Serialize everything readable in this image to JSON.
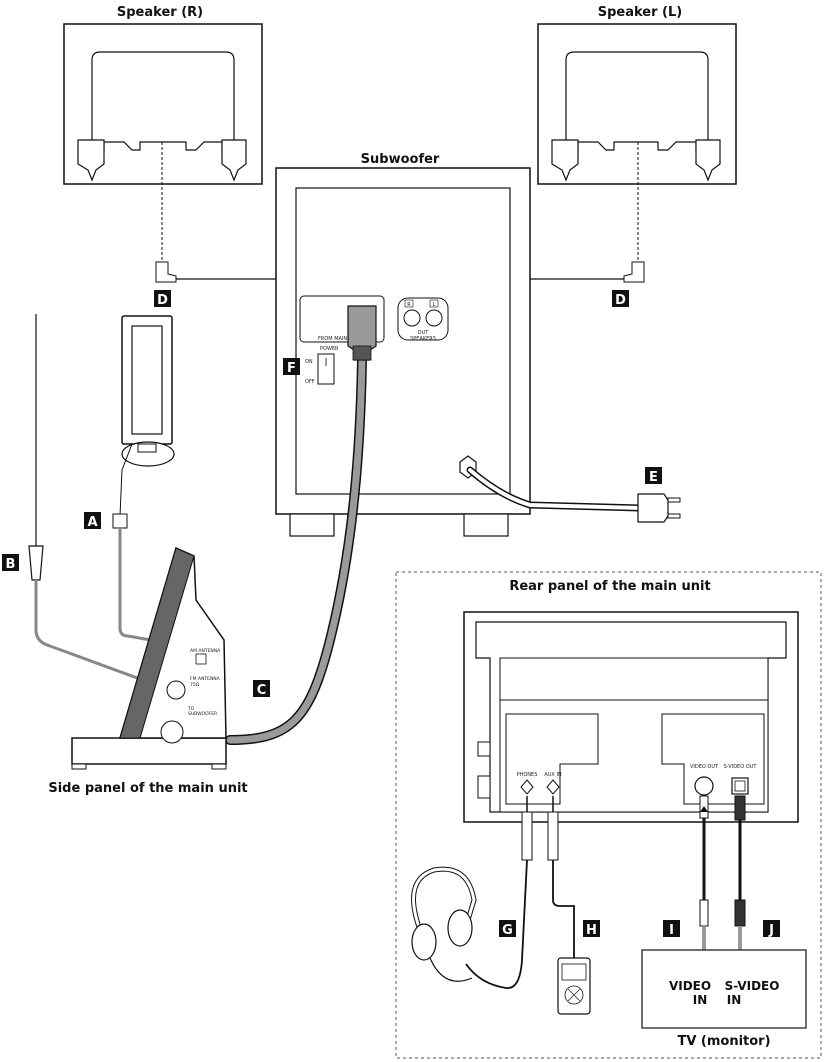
{
  "titles": {
    "speaker_r": "Speaker (R)",
    "speaker_l": "Speaker (L)",
    "subwoofer": "Subwoofer",
    "side_panel": "Side panel of the main unit",
    "rear_panel": "Rear panel of the main unit",
    "tv": "TV (monitor)"
  },
  "callouts": {
    "a": "A",
    "b": "B",
    "c": "C",
    "d": "D",
    "e": "E",
    "f": "F",
    "g": "G",
    "h": "H",
    "i": "I",
    "j": "J"
  },
  "subwoofer_panel": {
    "from_main": "FROM MAIN",
    "power": "POWER",
    "on": "ON",
    "off": "OFF",
    "ch_r": "R",
    "ch_l": "L",
    "out": "OUT",
    "speakers": "SPEAKERS"
  },
  "side_panel_jacks": {
    "am_antenna": "AM ANTENNA",
    "fm_antenna": "FM ANTENNA",
    "fm_antenna_ohm": "75Ω",
    "to_subwoofer_1": "TO",
    "to_subwoofer_2": "SUBWOOFER"
  },
  "rear_panel_jacks": {
    "phones": "PHONES",
    "aux_in": "AUX IN",
    "video_out": "VIDEO OUT",
    "s_video_out": "S-VIDEO OUT"
  },
  "tv_inputs": {
    "video_in_1": "VIDEO",
    "video_in_2": "IN",
    "s_video_in_1": "S-VIDEO",
    "s_video_in_2": "IN"
  }
}
